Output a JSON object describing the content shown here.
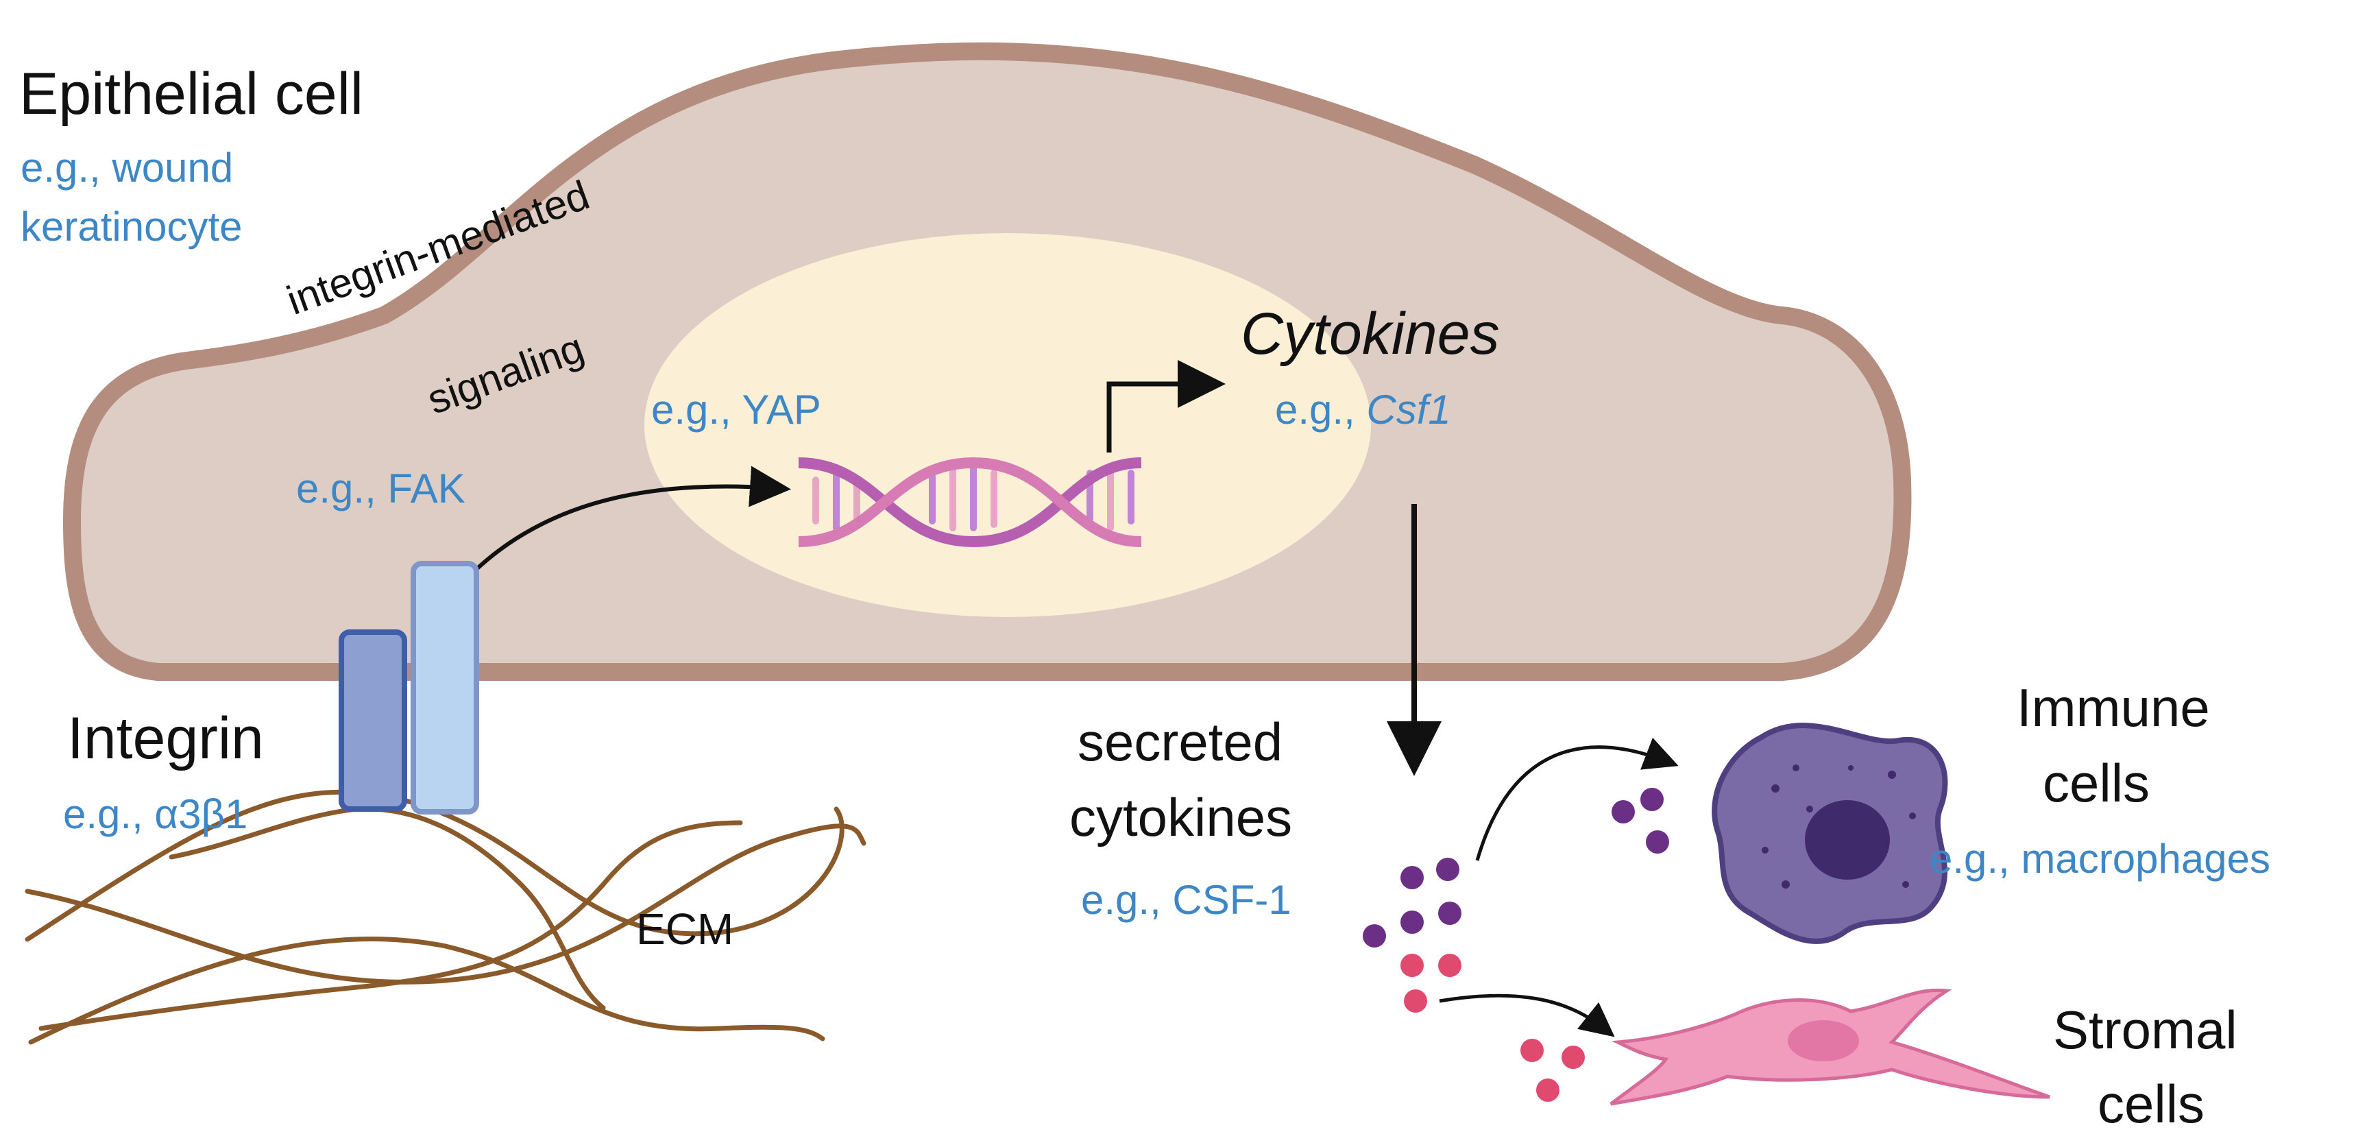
{
  "epithelial": {
    "title": "Epithelial cell",
    "example_line1": "e.g., wound",
    "example_line2": "keratinocyte"
  },
  "signaling": {
    "line1": "integrin-mediated",
    "line2": "signaling",
    "example": "e.g., FAK"
  },
  "nucleus": {
    "example": "e.g., YAP"
  },
  "cytokines": {
    "title": "Cytokines",
    "example_prefix": "e.g., ",
    "example_gene": "Csf1"
  },
  "integrin": {
    "title": "Integrin",
    "example": "e.g., α3β1"
  },
  "ecm": {
    "label": "ECM"
  },
  "secreted": {
    "line1": "secreted",
    "line2": "cytokines",
    "example": "e.g., CSF-1"
  },
  "immune": {
    "line1": "Immune",
    "line2": "cells",
    "example": "e.g., macrophages"
  },
  "stromal": {
    "line1": "Stromal",
    "line2": "cells"
  },
  "colors": {
    "cell_membrane": "#b58d7e",
    "cytoplasm": "#ddcdc4",
    "nucleus": "#fbefd6",
    "label_blue": "#3d87c7",
    "ecm_fiber": "#8a5a2b",
    "cytokine_purple": "#6b2f86",
    "cytokine_pink": "#e04a6e",
    "macrophage": "#7a6aa6",
    "stromal_cell": "#f19bbd"
  }
}
